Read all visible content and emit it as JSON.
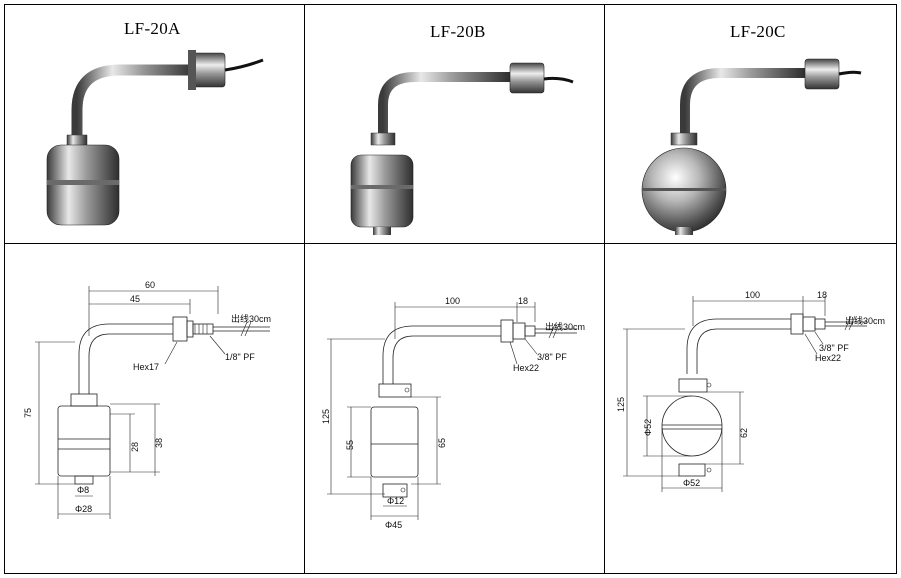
{
  "models": [
    {
      "name": "LF-20A",
      "drawing": {
        "dim_total": "60",
        "dim_bend": "45",
        "cable": "出线30cm",
        "hex": "Hex17",
        "thread": "1/8\" PF",
        "height": "75",
        "float_h1": "28",
        "float_h2": "38",
        "stem_dia": "Φ8",
        "float_dia": "Φ28"
      }
    },
    {
      "name": "LF-20B",
      "drawing": {
        "dim_arm": "100",
        "dim_nut": "18",
        "cable": "出线30cm",
        "thread": "3/8\" PF",
        "hex": "Hex22",
        "height": "125",
        "float_h1": "55",
        "float_h2": "65",
        "stem_dia": "Φ12",
        "float_dia": "Φ45"
      }
    },
    {
      "name": "LF-20C",
      "drawing": {
        "dim_arm": "100",
        "dim_nut": "18",
        "cable": "出线30cm",
        "thread": "3/8\" PF",
        "hex": "Hex22",
        "height": "125",
        "ball_dia_v": "Φ52",
        "ball_h": "62",
        "ball_dia_h": "Φ52"
      }
    }
  ]
}
